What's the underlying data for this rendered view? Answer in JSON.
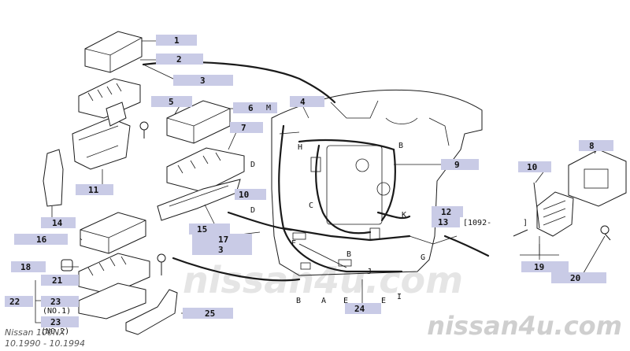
{
  "callouts": [
    {
      "id": "c1",
      "label": "1"
    },
    {
      "id": "c2",
      "label": "2"
    },
    {
      "id": "c3a",
      "label": "3"
    },
    {
      "id": "c4",
      "label": "4"
    },
    {
      "id": "c5",
      "label": "5"
    },
    {
      "id": "c6",
      "label": "6"
    },
    {
      "id": "c7",
      "label": "7"
    },
    {
      "id": "c8",
      "label": "8"
    },
    {
      "id": "c9",
      "label": "9"
    },
    {
      "id": "c10a",
      "label": "10"
    },
    {
      "id": "c10b",
      "label": "10"
    },
    {
      "id": "c11",
      "label": "11"
    },
    {
      "id": "c12",
      "label": "12"
    },
    {
      "id": "c13",
      "label": "13"
    },
    {
      "id": "c14",
      "label": "14"
    },
    {
      "id": "c15",
      "label": "15"
    },
    {
      "id": "c16",
      "label": "16"
    },
    {
      "id": "c17",
      "label": "17"
    },
    {
      "id": "c3b",
      "label": "3"
    },
    {
      "id": "c18",
      "label": "18"
    },
    {
      "id": "c19",
      "label": "19"
    },
    {
      "id": "c20",
      "label": "20"
    },
    {
      "id": "c21",
      "label": "21"
    },
    {
      "id": "c22",
      "label": "22"
    },
    {
      "id": "c23a",
      "label": "23"
    },
    {
      "id": "c23b",
      "label": "23"
    },
    {
      "id": "c24",
      "label": "24"
    },
    {
      "id": "c25",
      "label": "25"
    }
  ],
  "letters": {
    "M": "M",
    "H": "H",
    "B1": "B",
    "D1": "D",
    "D2": "D",
    "C": "C",
    "K": "K",
    "F": "F",
    "B2": "B",
    "B3": "B",
    "A": "A",
    "E1": "E",
    "E2": "E",
    "I": "I",
    "G": "G",
    "J": "J"
  },
  "notes": {
    "date_code": "[1092-",
    "date_close": "]",
    "no1": "(NO.1)",
    "no2": "(NO.2)"
  },
  "footer": {
    "model": "Nissan 100NX",
    "years": "10.1990 - 10.1994"
  },
  "watermarks": {
    "center": "nissan4u.com",
    "bottom": "nissan4u.com"
  },
  "colors": {
    "callout_tag": "#c9cbe6",
    "ink": "#1a1a1a",
    "watermark": "#cfcfcf"
  }
}
